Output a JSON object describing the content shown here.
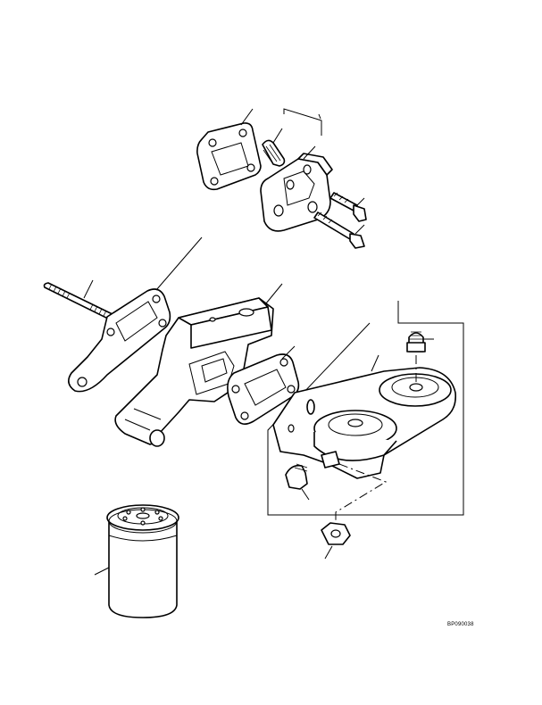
{
  "figure": {
    "reference_code": "BP090038"
  },
  "parts": [
    {
      "id": "gasket-upper",
      "icon": "gasket-icon"
    },
    {
      "id": "fitting-upper",
      "icon": "fitting-icon"
    },
    {
      "id": "adapter-plate",
      "icon": "adapter-icon"
    },
    {
      "id": "bolt-short",
      "icon": "bolt-icon"
    },
    {
      "id": "bolt-long",
      "icon": "bolt-icon"
    },
    {
      "id": "stud",
      "icon": "stud-icon"
    },
    {
      "id": "gasket-left",
      "icon": "gasket-icon"
    },
    {
      "id": "filter-mount",
      "icon": "mount-icon"
    },
    {
      "id": "gasket-right",
      "icon": "gasket-icon"
    },
    {
      "id": "filter-head",
      "icon": "filter-head-icon"
    },
    {
      "id": "fitting-right",
      "icon": "fitting-icon"
    },
    {
      "id": "plug",
      "icon": "plug-icon"
    },
    {
      "id": "nut",
      "icon": "nut-icon"
    },
    {
      "id": "filter-cartridge",
      "icon": "filter-icon"
    }
  ]
}
